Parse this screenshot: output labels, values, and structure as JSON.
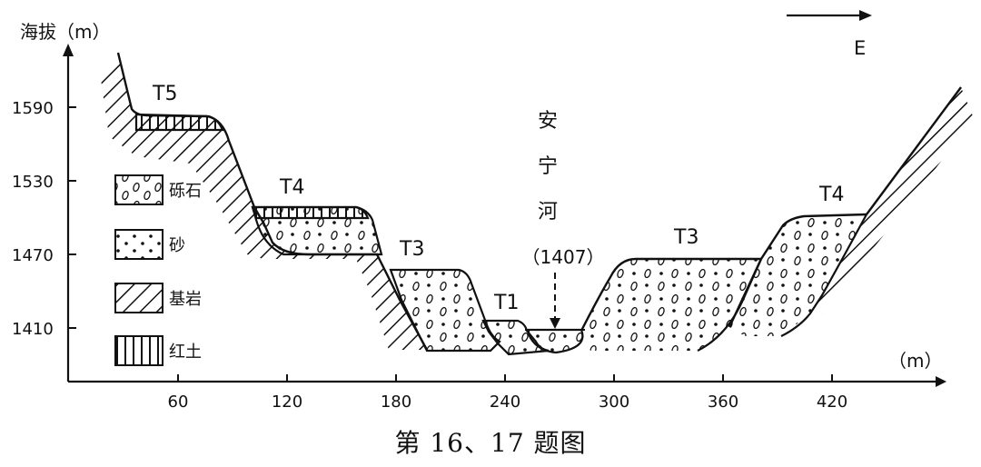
{
  "figure": {
    "y_axis_label": "海拔（m）",
    "x_axis_label": "（m）",
    "direction_label": "E",
    "y_ticks": [
      "1590",
      "1530",
      "1470",
      "1410"
    ],
    "x_ticks": [
      "60",
      "120",
      "180",
      "240",
      "300",
      "360",
      "420"
    ],
    "terraces": {
      "t5": "T5",
      "t4_left": "T4",
      "t3_left": "T3",
      "t1": "T1",
      "t3_right": "T3",
      "t4_right": "T4"
    },
    "river": {
      "name_chars": [
        "安",
        "宁",
        "河"
      ],
      "elevation": "（1407）"
    },
    "legend": [
      {
        "label": "砾石",
        "pattern": "gravel-pattern"
      },
      {
        "label": "砂",
        "pattern": "sand-pattern"
      },
      {
        "label": "基岩",
        "pattern": "bedrock-pattern"
      },
      {
        "label": "红土",
        "pattern": "laterite-pattern"
      }
    ]
  },
  "caption": "第 16、17 题图"
}
